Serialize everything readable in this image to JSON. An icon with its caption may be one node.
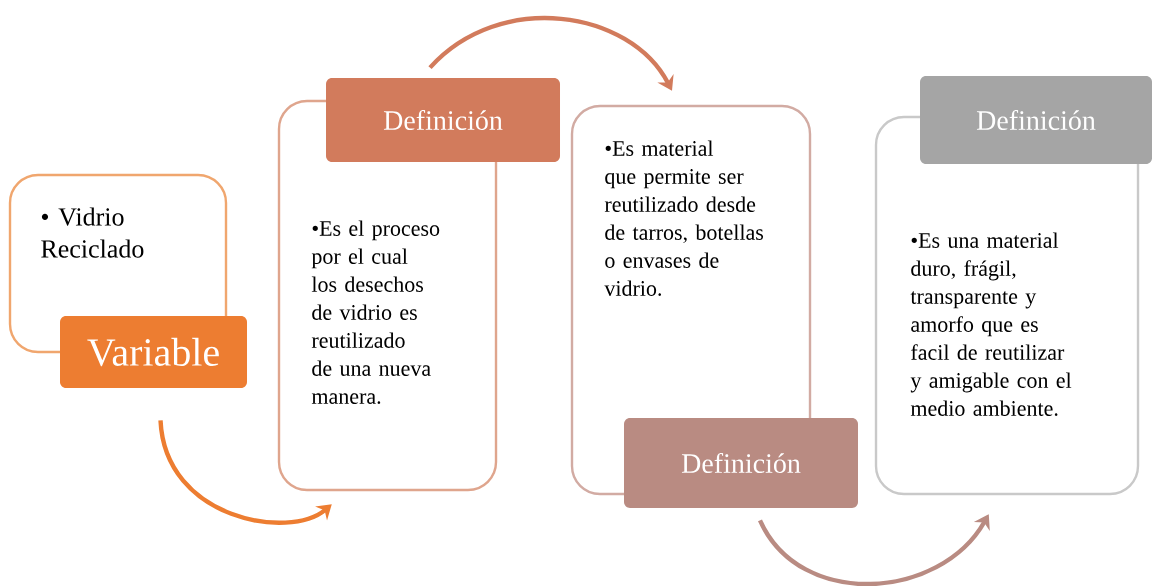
{
  "diagram": {
    "nodes": [
      {
        "text": [
          "• Vidrio Reciclado"
        ]
      },
      {
        "text": [
          "Variable"
        ]
      },
      {
        "text": [
          "Definición"
        ]
      },
      {
        "text": [
          "•Es el proceso por el cual los desechos de vidrio es reutilizado de una nueva manera."
        ]
      },
      {
        "text": [
          "•Es material que permite ser reutilizado desde de tarros, botellas o envases de vidrio."
        ]
      },
      {
        "text": [
          "Definición"
        ]
      },
      {
        "text": [
          "Definición"
        ]
      },
      {
        "text": [
          "•Es una material duro, frágil, transparente y amorfo que es facil de reutilizar y amigable con el medio ambiente."
        ]
      }
    ],
    "edges": [
      {
        "from": 1,
        "to": 3,
        "arrow": "to",
        "color": "#ed7d31"
      },
      {
        "from": 2,
        "to": 4,
        "arrow": "to",
        "color": "#d27b5c"
      },
      {
        "from": 5,
        "to": 7,
        "arrow": "to",
        "color": "#b98b82"
      }
    ]
  }
}
